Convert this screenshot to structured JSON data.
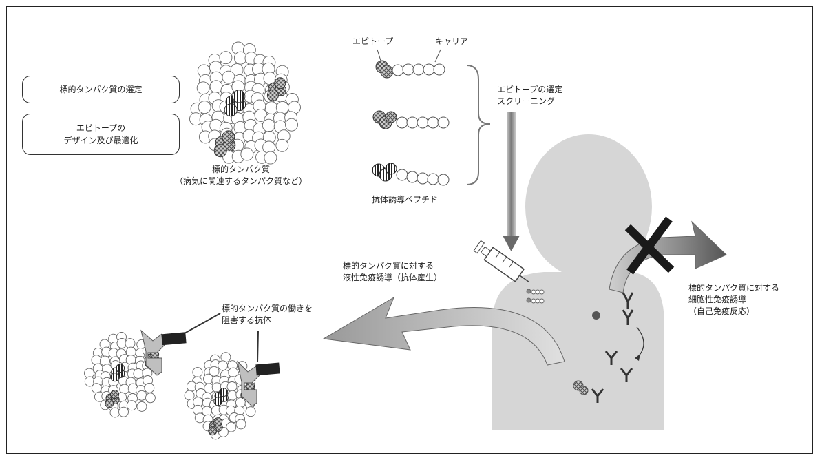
{
  "boxes": {
    "target_selection": "標的タンパク質の選定",
    "epitope_design_line1": "エピトープの",
    "epitope_design_line2": "デザイン及び最適化"
  },
  "protein": {
    "label_line1": "標的タンパク質",
    "label_line2": "（病気に関連するタンパク質など）"
  },
  "peptide": {
    "epitope_label": "エピトープ",
    "carrier_label": "キャリア",
    "caption": "抗体誘導ペプチド"
  },
  "screening": {
    "line1": "エピトープの選定",
    "line2": "スクリーニング"
  },
  "humoral": {
    "line1": "標的タンパク質に対する",
    "line2": "液性免疫誘導（抗体産生）"
  },
  "cellular": {
    "line1": "標的タンパク質に対する",
    "line2": "細胞性免疫誘導",
    "line3": "（自己免疫反応）"
  },
  "antibody": {
    "line1": "標的タンパク質の働きを",
    "line2": "阻害する抗体"
  },
  "colors": {
    "silhouette": "#d6d6d6",
    "arrow": "#9a9a9a",
    "cross": "#1a1a1a",
    "frame": "#222222"
  }
}
